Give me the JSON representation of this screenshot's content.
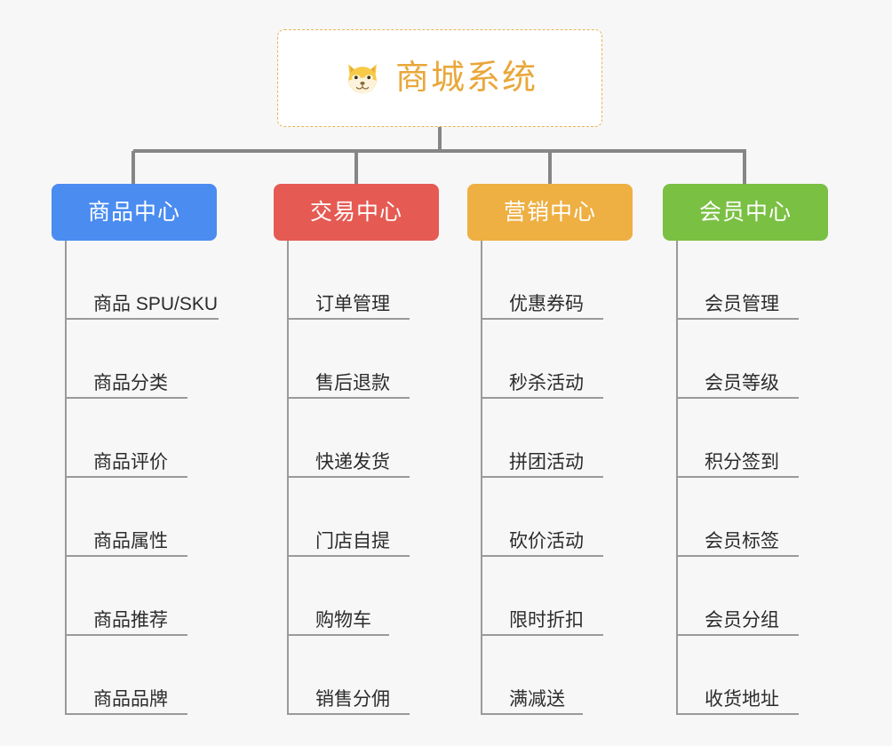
{
  "diagram": {
    "type": "mindmap-org-chart",
    "background_color": "#f7f7f7",
    "connector_color": "#868686",
    "leaf_rule_color": "#9a9a9a",
    "leaf_text_color": "#2c2c2c"
  },
  "root": {
    "title": "商城系统",
    "icon": "dog-face-emoji",
    "icon_glyph": "🐶",
    "text_color": "#e9a73a",
    "border_color": "#e8b352",
    "background_color": "#ffffff",
    "border_style": "dashed"
  },
  "categories": [
    {
      "label": "商品中心",
      "color": "#4a8cf0",
      "items": [
        {
          "label": "商品 SPU/SKU",
          "rule_width": 171
        },
        {
          "label": "商品分类",
          "rule_width": 136
        },
        {
          "label": "商品评价",
          "rule_width": 136
        },
        {
          "label": "商品属性",
          "rule_width": 136
        },
        {
          "label": "商品推荐",
          "rule_width": 136
        },
        {
          "label": "商品品牌",
          "rule_width": 136
        }
      ]
    },
    {
      "label": "交易中心",
      "color": "#e55a52",
      "items": [
        {
          "label": "订单管理",
          "rule_width": 136
        },
        {
          "label": "售后退款",
          "rule_width": 136
        },
        {
          "label": "快递发货",
          "rule_width": 136
        },
        {
          "label": "门店自提",
          "rule_width": 136
        },
        {
          "label": "购物车",
          "rule_width": 113
        },
        {
          "label": "销售分佣",
          "rule_width": 136
        }
      ]
    },
    {
      "label": "营销中心",
      "color": "#eeaf43",
      "items": [
        {
          "label": "优惠券码",
          "rule_width": 136
        },
        {
          "label": "秒杀活动",
          "rule_width": 136
        },
        {
          "label": "拼团活动",
          "rule_width": 136
        },
        {
          "label": "砍价活动",
          "rule_width": 136
        },
        {
          "label": "限时折扣",
          "rule_width": 136
        },
        {
          "label": "满减送",
          "rule_width": 113
        }
      ]
    },
    {
      "label": "会员中心",
      "color": "#7ac043",
      "items": [
        {
          "label": "会员管理",
          "rule_width": 136
        },
        {
          "label": "会员等级",
          "rule_width": 136
        },
        {
          "label": "积分签到",
          "rule_width": 136
        },
        {
          "label": "会员标签",
          "rule_width": 136
        },
        {
          "label": "会员分组",
          "rule_width": 136
        },
        {
          "label": "收货地址",
          "rule_width": 136
        }
      ]
    }
  ]
}
